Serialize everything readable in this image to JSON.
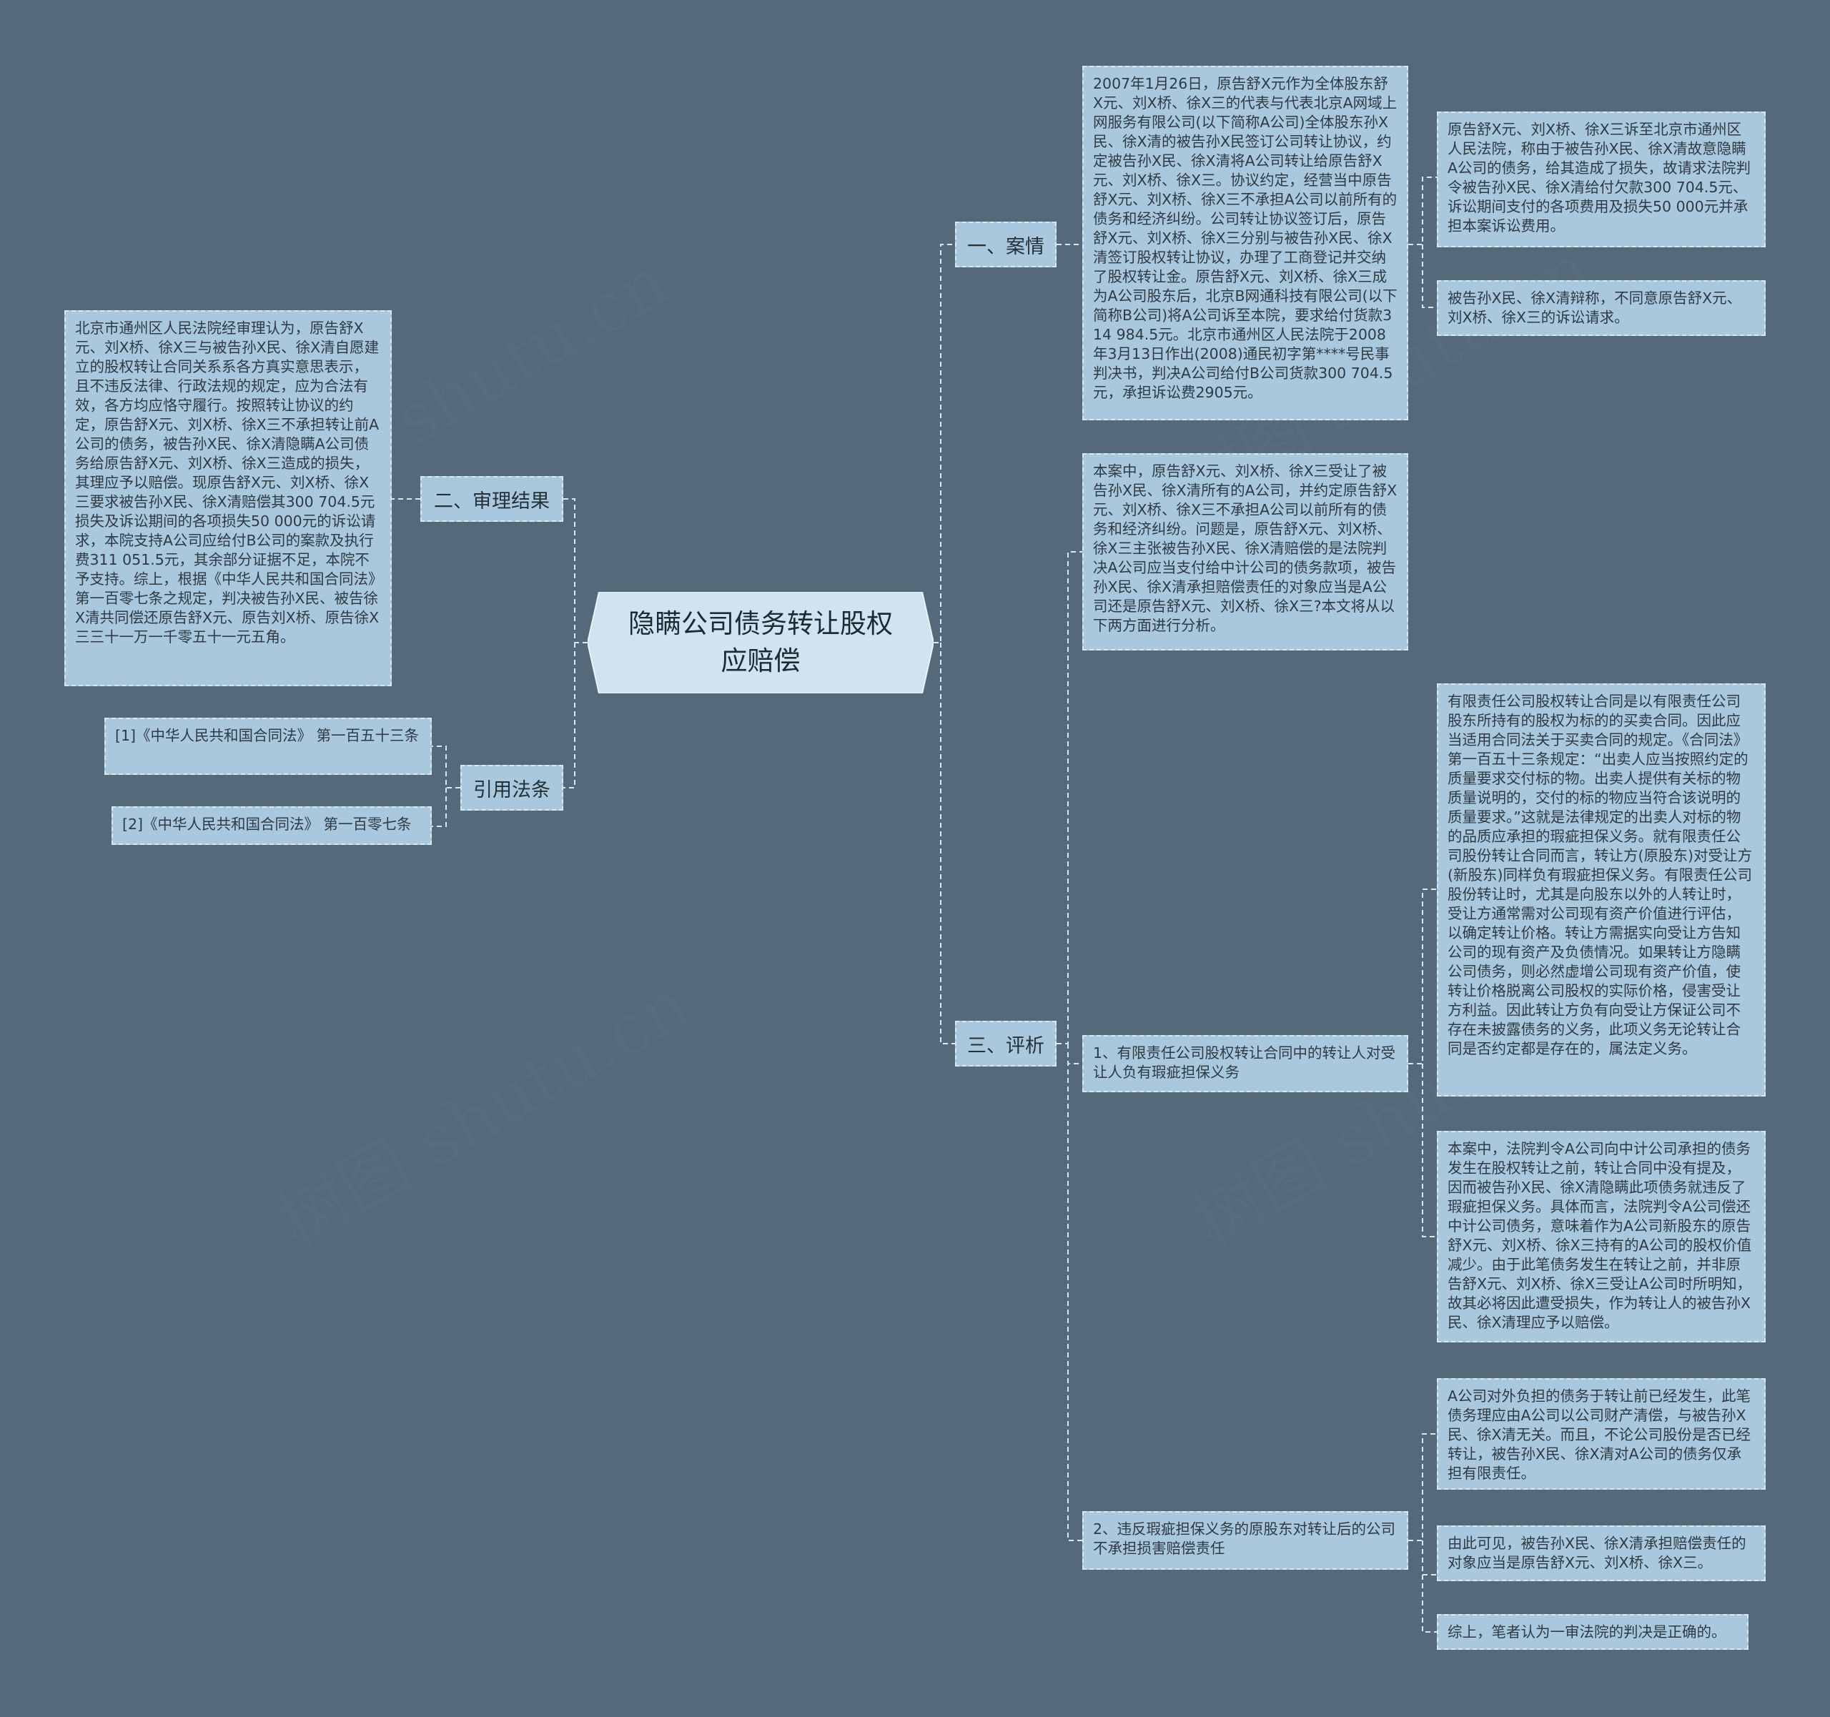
{
  "watermark": "树图 shutu.cn",
  "root": {
    "title": "隐瞒公司债务转让股权应赔偿"
  },
  "branches": {
    "case": "一、案情",
    "judgment": "二、审理结果",
    "laws": "引用法条",
    "analysis": "三、评析"
  },
  "case": {
    "facts": "2007年1月26日，原告舒X元作为全体股东舒X元、刘X桥、徐X三的代表与代表北京A网域上网服务有限公司(以下简称A公司)全体股东孙X民、徐X清的被告孙X民签订公司转让协议，约定被告孙X民、徐X清将A公司转让给原告舒X元、刘X桥、徐X三。协议约定，经营当中原告舒X元、刘X桥、徐X三不承担A公司以前所有的债务和经济纠纷。公司转让协议签订后，原告舒X元、刘X桥、徐X三分别与被告孙X民、徐X清签订股权转让协议，办理了工商登记并交纳了股权转让金。原告舒X元、刘X桥、徐X三成为A公司股东后，北京B网通科技有限公司(以下简称B公司)将A公司诉至本院，要求给付货款314 984.5元。北京市通州区人民法院于2008年3月13日作出(2008)通民初字第****号民事判决书，判决A公司给付B公司货款300 704.5元，承担诉讼费2905元。",
    "claim": "原告舒X元、刘X桥、徐X三诉至北京市通州区人民法院，称由于被告孙X民、徐X清故意隐瞒A公司的债务，给其造成了损失，故请求法院判令被告孙X民、徐X清给付欠款300 704.5元、诉讼期间支付的各项费用及损失50 000元并承担本案诉讼费用。",
    "defense": "被告孙X民、徐X清辩称，不同意原告舒X元、刘X桥、徐X三的诉讼请求。"
  },
  "judgment": {
    "text": "北京市通州区人民法院经审理认为，原告舒X元、刘X桥、徐X三与被告孙X民、徐X清自愿建立的股权转让合同关系系各方真实意思表示，且不违反法律、行政法规的规定，应为合法有效，各方均应恪守履行。按照转让协议的约定，原告舒X元、刘X桥、徐X三不承担转让前A公司的债务，被告孙X民、徐X清隐瞒A公司债务给原告舒X元、刘X桥、徐X三造成的损失，其理应予以赔偿。现原告舒X元、刘X桥、徐X三要求被告孙X民、徐X清赔偿其300 704.5元损失及诉讼期间的各项损失50 000元的诉讼请求，本院支持A公司应给付B公司的案款及执行费311 051.5元，其余部分证据不足，本院不予支持。综上，根据《中华人民共和国合同法》第一百零七条之规定，判决被告孙X民、被告徐X清共同偿还原告舒X元、原告刘X桥、原告徐X三三十一万一千零五十一元五角。"
  },
  "laws": {
    "items": [
      "[1]《中华人民共和国合同法》 第一百五十三条",
      "[2]《中华人民共和国合同法》 第一百零七条"
    ]
  },
  "analysis": {
    "intro": "本案中，原告舒X元、刘X桥、徐X三受让了被告孙X民、徐X清所有的A公司，并约定原告舒X元、刘X桥、徐X三不承担A公司以前所有的债务和经济纠纷。问题是，原告舒X元、刘X桥、徐X三主张被告孙X民、徐X清赔偿的是法院判决A公司应当支付给中计公司的债务款项，被告孙X民、徐X清承担赔偿责任的对象应当是A公司还是原告舒X元、刘X桥、徐X三?本文将从以下两方面进行分析。",
    "point1": {
      "title": "1、有限责任公司股权转让合同中的转让人对受让人负有瑕疵担保义务",
      "detail1": "有限责任公司股权转让合同是以有限责任公司股东所持有的股权为标的的买卖合同。因此应当适用合同法关于买卖合同的规定。《合同法》第一百五十三条规定：“出卖人应当按照约定的质量要求交付标的物。出卖人提供有关标的物质量说明的，交付的标的物应当符合该说明的质量要求。”这就是法律规定的出卖人对标的物的品质应承担的瑕疵担保义务。就有限责任公司股份转让合同而言，转让方(原股东)对受让方(新股东)同样负有瑕疵担保义务。有限责任公司股份转让时，尤其是向股东以外的人转让时，受让方通常需对公司现有资产价值进行评估，以确定转让价格。转让方需据实向受让方告知公司的现有资产及负债情况。如果转让方隐瞒公司债务，则必然虚增公司现有资产价值，使转让价格脱离公司股权的实际价格，侵害受让方利益。因此转让方负有向受让方保证公司不存在未披露债务的义务，此项义务无论转让合同是否约定都是存在的，属法定义务。",
      "detail2": "本案中，法院判令A公司向中计公司承担的债务发生在股权转让之前，转让合同中没有提及，因而被告孙X民、徐X清隐瞒此项债务就违反了瑕疵担保义务。具体而言，法院判令A公司偿还中计公司债务，意味着作为A公司新股东的原告舒X元、刘X桥、徐X三持有的A公司的股权价值减少。由于此笔债务发生在转让之前，并非原告舒X元、刘X桥、徐X三受让A公司时所明知，故其必将因此遭受损失，作为转让人的被告孙X民、徐X清理应予以赔偿。"
    },
    "point2": {
      "title": "2、违反瑕疵担保义务的原股东对转让后的公司不承担损害赔偿责任",
      "detail1": "A公司对外负担的债务于转让前已经发生，此笔债务理应由A公司以公司财产清偿，与被告孙X民、徐X清无关。而且，不论公司股份是否已经转让，被告孙X民、徐X清对A公司的债务仅承担有限责任。",
      "detail2": "由此可见，被告孙X民、徐X清承担赔偿责任的对象应当是原告舒X元、刘X桥、徐X三。",
      "detail3": "综上，笔者认为一审法院的判决是正确的。"
    }
  }
}
